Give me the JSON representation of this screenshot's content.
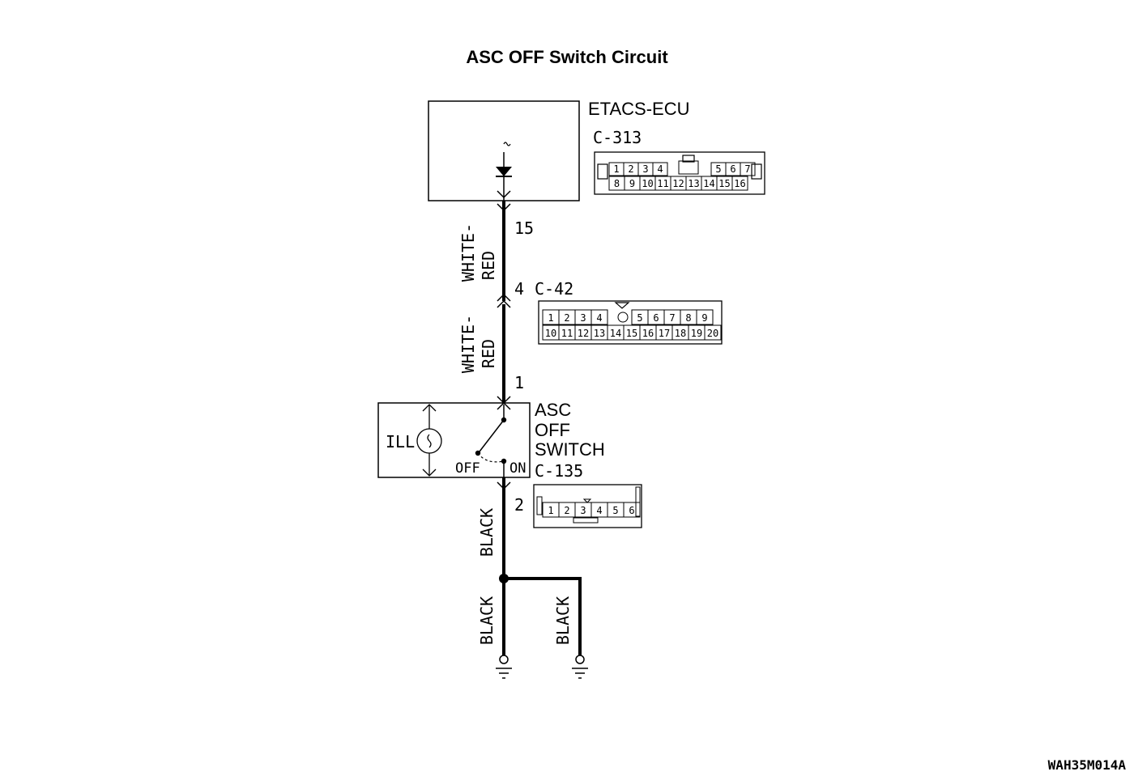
{
  "title": "ASC OFF Switch Circuit",
  "figure_code": "WAH35M014A",
  "etacs": {
    "name": "ETACS-ECU",
    "connector": "C-313",
    "pin": "15",
    "top_row": [
      "1",
      "2",
      "3",
      "4",
      "5",
      "6",
      "7"
    ],
    "bottom_row": [
      "8",
      "9",
      "10",
      "11",
      "12",
      "13",
      "14",
      "15",
      "16"
    ]
  },
  "junction": {
    "connector": "C-42",
    "pin": "4",
    "top_row": [
      "1",
      "2",
      "3",
      "4",
      "5",
      "6",
      "7",
      "8",
      "9"
    ],
    "bottom_row": [
      "10",
      "11",
      "12",
      "13",
      "14",
      "15",
      "16",
      "17",
      "18",
      "19",
      "20"
    ]
  },
  "switch": {
    "name_lines": [
      "ASC",
      "OFF",
      "SWITCH"
    ],
    "connector": "C-135",
    "pin_top": "1",
    "pin_bottom": "2",
    "ill_label": "ILL",
    "off_label": "OFF",
    "on_label": "ON",
    "pins": [
      "1",
      "2",
      "3",
      "4",
      "5",
      "6"
    ]
  },
  "wires": {
    "w1_lines": [
      "WHITE-",
      "RED"
    ],
    "w2_lines": [
      "WHITE-",
      "RED"
    ],
    "w3": "BLACK",
    "w4": "BLACK",
    "w5": "BLACK"
  }
}
